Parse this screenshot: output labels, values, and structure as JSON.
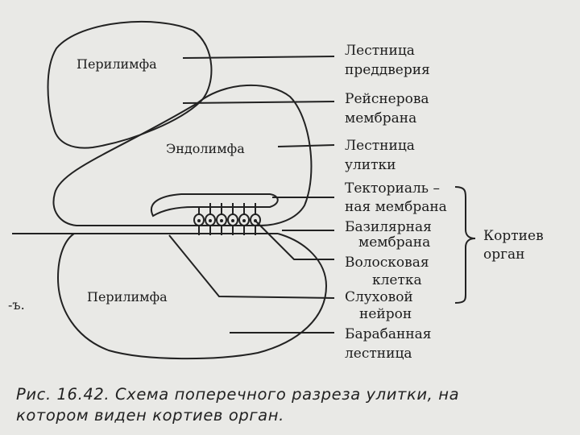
{
  "diagram": {
    "inner_labels": {
      "perilymph_top": "Перилимфа",
      "endolymph": "Эндолимфа",
      "perilymph_bottom": "Перилимфа"
    },
    "side_labels": [
      [
        "Лестница",
        "преддверия"
      ],
      [
        "Рейснерова",
        "мембрана"
      ],
      [
        "Лестница",
        "улитки"
      ],
      [
        "Текториаль –",
        "ная мембрана"
      ],
      [
        "Базилярная",
        "мембрана"
      ],
      [
        "Волосковая",
        "клетка"
      ],
      [
        "Слуховой",
        "нейрон"
      ],
      [
        "Барабанная",
        "лестница"
      ]
    ],
    "organ_label": [
      "Кортиев",
      "орган"
    ],
    "margin_mark": "-ъ."
  },
  "caption": {
    "line1": "Рис. 16.42. Схема поперечного разреза улитки, на",
    "line2": "котором виден кортиев орган."
  },
  "colors": {
    "ink": "#222222",
    "paper": "#e9e9e6"
  }
}
